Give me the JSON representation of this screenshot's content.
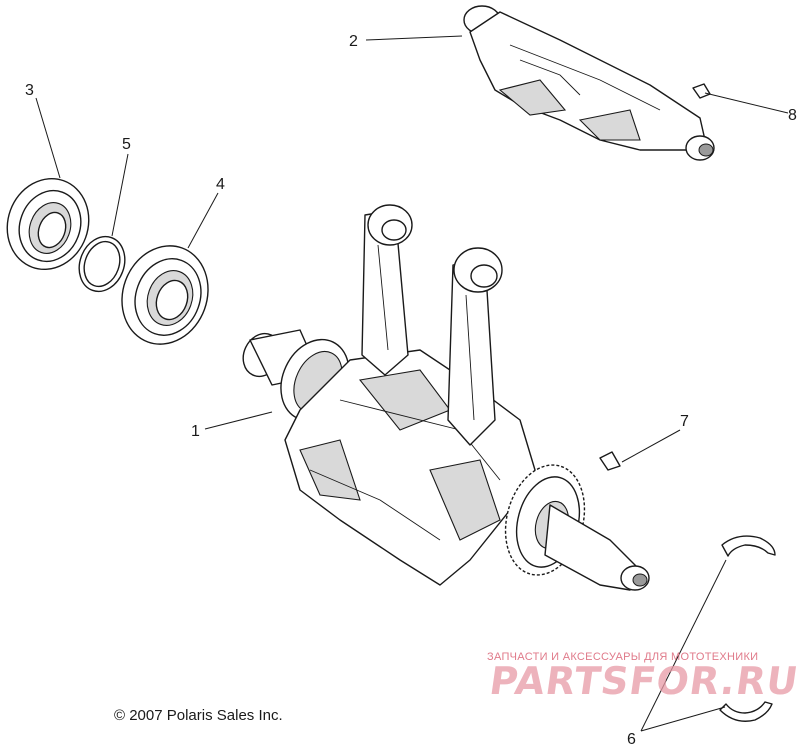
{
  "callouts": {
    "c1": "1",
    "c2": "2",
    "c3": "3",
    "c4": "4",
    "c5": "5",
    "c6": "6",
    "c7": "7",
    "c8": "8"
  },
  "copyright": "© 2007 Polaris Sales Inc.",
  "watermark": {
    "tagline": "ЗАПЧАСТИ И АКСЕССУАРЫ ДЛЯ МОТОТЕХНИКИ",
    "logo": "PARTSFOR.RU"
  }
}
